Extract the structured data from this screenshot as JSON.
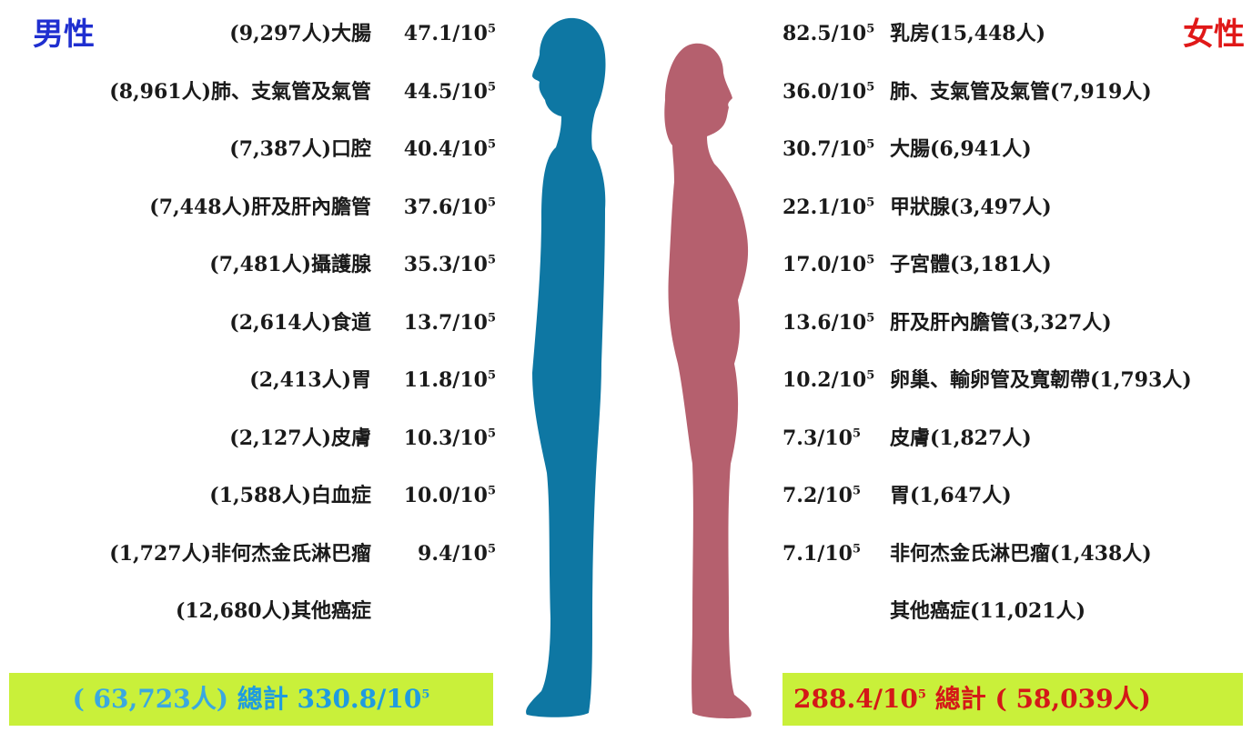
{
  "headings": {
    "male": "男性",
    "female": "女性",
    "male_color": "#1f2fd0",
    "female_color": "#e01818"
  },
  "rate_unit": "/10",
  "rate_exp": "5",
  "male": [
    {
      "label": "(9,297人)大腸",
      "rate": "47.1"
    },
    {
      "label": "(8,961人)肺、支氣管及氣管",
      "rate": "44.5"
    },
    {
      "label": "(7,387人)口腔",
      "rate": "40.4"
    },
    {
      "label": "(7,448人)肝及肝內膽管",
      "rate": "37.6"
    },
    {
      "label": "(7,481人)攝護腺",
      "rate": "35.3"
    },
    {
      "label": "(2,614人)食道",
      "rate": "13.7"
    },
    {
      "label": "(2,413人)胃",
      "rate": "11.8"
    },
    {
      "label": "(2,127人)皮膚",
      "rate": "10.3"
    },
    {
      "label": "(1,588人)白血症",
      "rate": "10.0"
    },
    {
      "label": "(1,727人)非何杰金氏淋巴瘤",
      "rate": "9.4"
    },
    {
      "label": "(12,680人)其他癌症",
      "rate": ""
    }
  ],
  "female": [
    {
      "label": "乳房(15,448人)",
      "rate": "82.5"
    },
    {
      "label": "肺、支氣管及氣管(7,919人)",
      "rate": "36.0"
    },
    {
      "label": "大腸(6,941人)",
      "rate": "30.7"
    },
    {
      "label": "甲狀腺(3,497人)",
      "rate": "22.1"
    },
    {
      "label": "子宮體(3,181人)",
      "rate": "17.0"
    },
    {
      "label": "肝及肝內膽管(3,327人)",
      "rate": "13.6"
    },
    {
      "label": "卵巢、輸卵管及寬韌帶(1,793人)",
      "rate": "10.2"
    },
    {
      "label": "皮膚(1,827人)",
      "rate": "7.3"
    },
    {
      "label": "胃(1,647人)",
      "rate": "7.2"
    },
    {
      "label": "非何杰金氏淋巴瘤(1,438人)",
      "rate": "7.1"
    },
    {
      "label": "其他癌症(11,021人)",
      "rate": ""
    }
  ],
  "totals": {
    "male": {
      "count": "( 63,723人)",
      "label": "總計",
      "rate": "330.8"
    },
    "female": {
      "rate": "288.4",
      "label": "總計",
      "count": "( 58,039人)"
    },
    "bar_color": "#c9f03a"
  },
  "figures": {
    "male_color": "#0e77a3",
    "female_color": "#b5606e"
  }
}
